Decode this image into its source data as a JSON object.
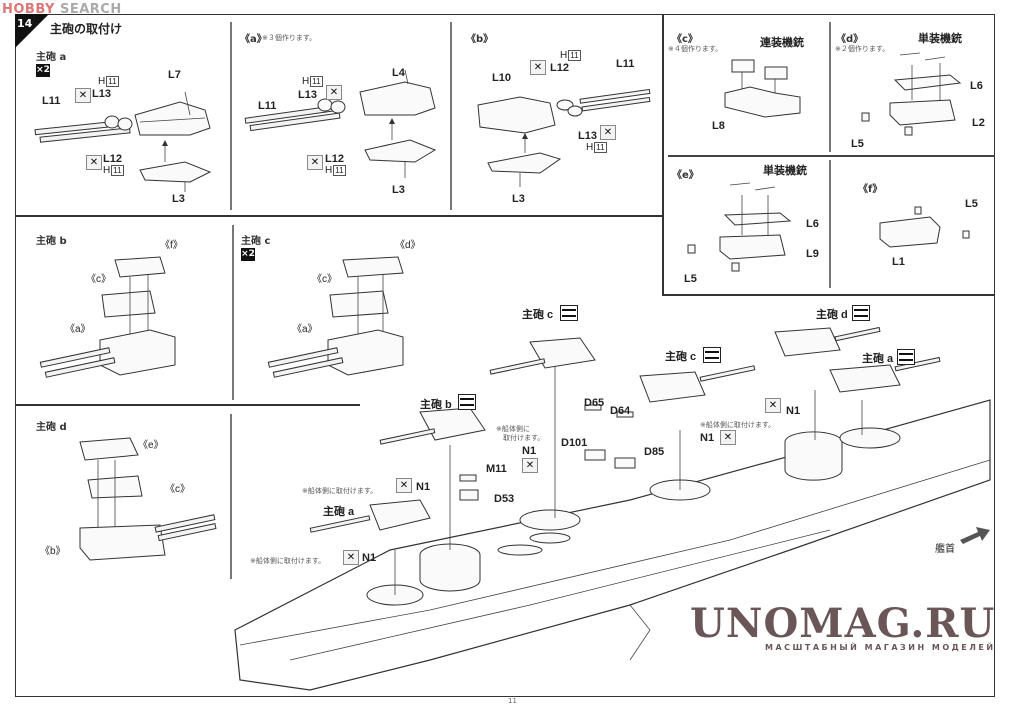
{
  "watermark_top": {
    "brand": "HOBBY",
    "suffix": "SEARCH"
  },
  "step": {
    "number": "14",
    "title": "主砲の取付け"
  },
  "panels": {
    "turret_a": {
      "title": "主砲 a",
      "count": "×2",
      "labels": [
        "L11",
        "L13",
        "H",
        "11",
        "L7",
        "L12",
        "H",
        "11",
        "L3"
      ]
    },
    "sub_a": {
      "title": "《a》",
      "note": "※３個作ります。",
      "labels": [
        "L11",
        "L13",
        "H",
        "11",
        "L4",
        "L12",
        "H",
        "11",
        "L3"
      ]
    },
    "sub_b": {
      "title": "《b》",
      "labels": [
        "L10",
        "L12",
        "H",
        "11",
        "L11",
        "L13",
        "H",
        "11",
        "L3"
      ]
    },
    "sub_c": {
      "title": "《c》",
      "note": "※４個作ります。",
      "heading": "連装機銃",
      "labels": [
        "L8"
      ]
    },
    "sub_d": {
      "title": "《d》",
      "note": "※２個作ります。",
      "heading": "単装機銃",
      "labels": [
        "L6",
        "L2",
        "L5"
      ]
    },
    "sub_e": {
      "title": "《e》",
      "heading": "単装機銃",
      "labels": [
        "L6",
        "L9",
        "L5"
      ]
    },
    "sub_f": {
      "title": "《f》",
      "labels": [
        "L5",
        "L1"
      ]
    },
    "turret_b": {
      "title": "主砲 b",
      "callouts": [
        "《f》",
        "《c》",
        "《a》"
      ]
    },
    "turret_c": {
      "title": "主砲 c",
      "count": "×2",
      "callouts": [
        "《d》",
        "《c》",
        "《a》"
      ]
    },
    "turret_d": {
      "title": "主砲 d",
      "callouts": [
        "《e》",
        "《c》",
        "《b》"
      ]
    }
  },
  "ship": {
    "turrets": [
      {
        "label": "主砲 c"
      },
      {
        "label": "主砲 c"
      },
      {
        "label": "主砲 d"
      },
      {
        "label": "主砲 a"
      },
      {
        "label": "主砲 b"
      },
      {
        "label": "主砲 a"
      }
    ],
    "parts": [
      "D65",
      "D64",
      "D101",
      "D85",
      "M11",
      "D53",
      "N1",
      "N1",
      "N1",
      "N1",
      "N1"
    ],
    "notes": {
      "hull_attach": "※船体側に取付けます。",
      "hull_attach_l1": "※船体側に",
      "hull_attach_l2": "取付けます。"
    },
    "bow": "艦首"
  },
  "footer": {
    "page": "11"
  },
  "watermark": {
    "title": "UNOMAG.RU",
    "subtitle": "МАСШТАБНЫЙ МАГАЗИН МОДЕЛЕЙ"
  }
}
